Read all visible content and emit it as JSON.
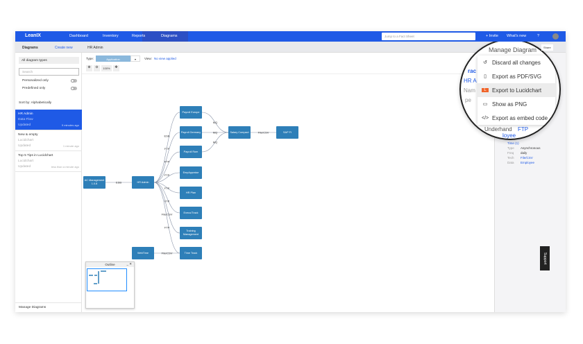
{
  "nav": {
    "logo": "LeanIX",
    "items": [
      "Dashboard",
      "Inventory",
      "Reports",
      "Diagrams"
    ],
    "search_placeholder": "Jump to a Fact Sheet",
    "invite": "+ Invite",
    "whats_new": "What's new",
    "help": "?"
  },
  "subbar": {
    "section": "Diagrams",
    "create_new": "Create new",
    "breadcrumb": "HR Admin",
    "share": "Share"
  },
  "sidebar": {
    "type_filter": "All diagram types",
    "search_placeholder": "Search",
    "personalized": "Personalized only",
    "predefined": "Predefined only",
    "sort": "Sort by: Alphabetically",
    "cards": [
      {
        "title": "HR Admin",
        "type": "Data Flow",
        "updated": "Updated",
        "ago": "9 minutes ago"
      },
      {
        "title": "New & empty",
        "type": "Lucidchart",
        "updated": "Updated",
        "ago": "1 minute ago"
      },
      {
        "title": "Top 5 Tips in Lucidchart",
        "type": "Lucidchart",
        "updated": "Updated",
        "ago": "less than a minute ago"
      }
    ],
    "manage": "Manage Diagrams"
  },
  "toolbar": {
    "type_label": "Type:",
    "type_value": "Application",
    "view_label": "View:",
    "view_value": "No view applied",
    "zoom": "100%"
  },
  "diagram": {
    "nodes": [
      {
        "id": "ac",
        "label": "AC Management 1.0.8"
      },
      {
        "id": "hr",
        "label": "HR Admin"
      },
      {
        "id": "pe",
        "label": "Payroll Europe"
      },
      {
        "id": "pg",
        "label": "Payroll Germany"
      },
      {
        "id": "pr",
        "label": "Payroll Rom"
      },
      {
        "id": "ea",
        "label": "EmpAppraise"
      },
      {
        "id": "hp",
        "label": "HR Plan"
      },
      {
        "id": "et",
        "label": "Execu/Track"
      },
      {
        "id": "tm",
        "label": "Training Management"
      },
      {
        "id": "tt",
        "label": "Time Track"
      },
      {
        "id": "sc",
        "label": "Salary Compact"
      },
      {
        "id": "sf",
        "label": "SAP FI"
      },
      {
        "id": "wt",
        "label": "WebTime"
      }
    ],
    "edges": [
      {
        "from": "hr",
        "to": "ac",
        "label": "ESB"
      },
      {
        "from": "hr",
        "to": "pe",
        "label": "ESB"
      },
      {
        "from": "hr",
        "to": "pg",
        "label": "FTP"
      },
      {
        "from": "hr",
        "to": "pr",
        "label": "FTP"
      },
      {
        "from": "hr",
        "to": "ea",
        "label": "FTP"
      },
      {
        "from": "hr",
        "to": "hp",
        "label": "FTP"
      },
      {
        "from": "hr",
        "to": "et",
        "label": "FTP"
      },
      {
        "from": "hr",
        "to": "tm",
        "label": "File/CSV"
      },
      {
        "from": "hr",
        "to": "tt",
        "label": "FTP"
      },
      {
        "from": "pe",
        "to": "sc",
        "label": "MQ"
      },
      {
        "from": "pg",
        "to": "sc",
        "label": "MQ"
      },
      {
        "from": "pr",
        "to": "sc",
        "label": "MQ"
      },
      {
        "from": "sc",
        "to": "sf",
        "label": "File/CSV"
      },
      {
        "from": "tt",
        "to": "wt",
        "label": "File/CSV"
      }
    ]
  },
  "outline": {
    "title": "Outline"
  },
  "lens_bg": {
    "frag1": "rac",
    "frag2": "HR A",
    "frag3": "Nam",
    "frag4": "pe",
    "frag5": "Underhand",
    "frag6": "FTP",
    "frag7": "loyee"
  },
  "menu": {
    "title": "Manage Diagram",
    "items": [
      {
        "icon": "undo-icon",
        "glyph": "↺",
        "label": "Discard all changes"
      },
      {
        "icon": "file-icon",
        "glyph": "▯",
        "label": "Export as PDF/SVG"
      },
      {
        "icon": "lucidchart-icon",
        "glyph": "L",
        "label": "Export to Lucidchart"
      },
      {
        "icon": "image-icon",
        "glyph": "▭",
        "label": "Show as PNG"
      },
      {
        "icon": "code-icon",
        "glyph": "</>",
        "label": "Export as embed code"
      }
    ]
  },
  "details": {
    "link": "Time (1)",
    "rows": [
      {
        "k": "Type",
        "v": "Asynchronous"
      },
      {
        "k": "Freq",
        "v": "daily"
      },
      {
        "k": "Tech",
        "v": "File/CSV"
      },
      {
        "k": "Data",
        "v": "Employee"
      }
    ]
  },
  "support": "Support"
}
